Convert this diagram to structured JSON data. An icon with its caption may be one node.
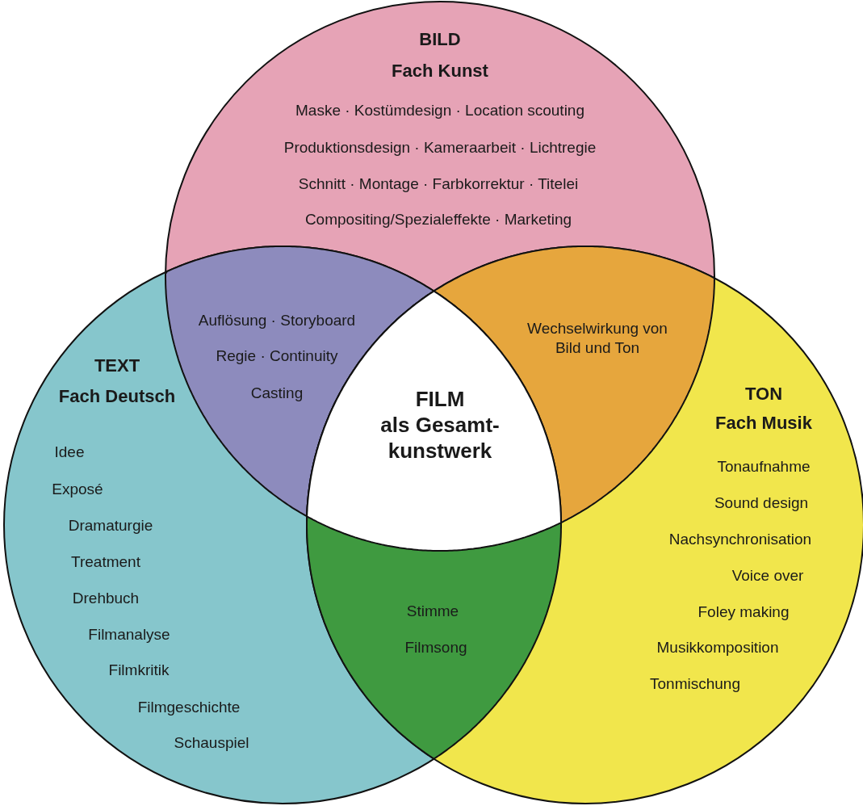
{
  "diagram": {
    "nodes": [
      {
        "text": [
          "BILD",
          "Fach Kunst",
          "Maske · Kostümdesign · Location scouting",
          "Produktionsdesign · Kameraarbeit · Lichtregie",
          "Schnitt · Montage · Farbkorrektur · Titelei",
          "Compositing/Spezialeffekte · Marketing"
        ]
      },
      {
        "text": [
          "TEXT",
          "Fach Deutsch",
          "Idee",
          "Exposé",
          "Dramaturgie",
          "Treatment",
          "Drehbuch",
          "Filmanalyse",
          "Filmkritik",
          "Filmgeschichte",
          "Schauspiel"
        ]
      },
      {
        "text": [
          "TON",
          "Fach Musik",
          "Tonaufnahme",
          "Sound design",
          "Nachsynchronisation",
          "Voice over",
          "Foley making",
          "Musikkomposition",
          "Tonmischung"
        ]
      },
      {
        "text": [
          "Auflösung · Storyboard",
          "Regie · Continuity",
          "Casting"
        ]
      },
      {
        "text": [
          "Wechselwirkung von Bild und Ton"
        ]
      },
      {
        "text": [
          "Stimme",
          "Filmsong"
        ]
      },
      {
        "text": [
          "FILM",
          "als Gesamt- kunstwerk"
        ]
      }
    ]
  }
}
